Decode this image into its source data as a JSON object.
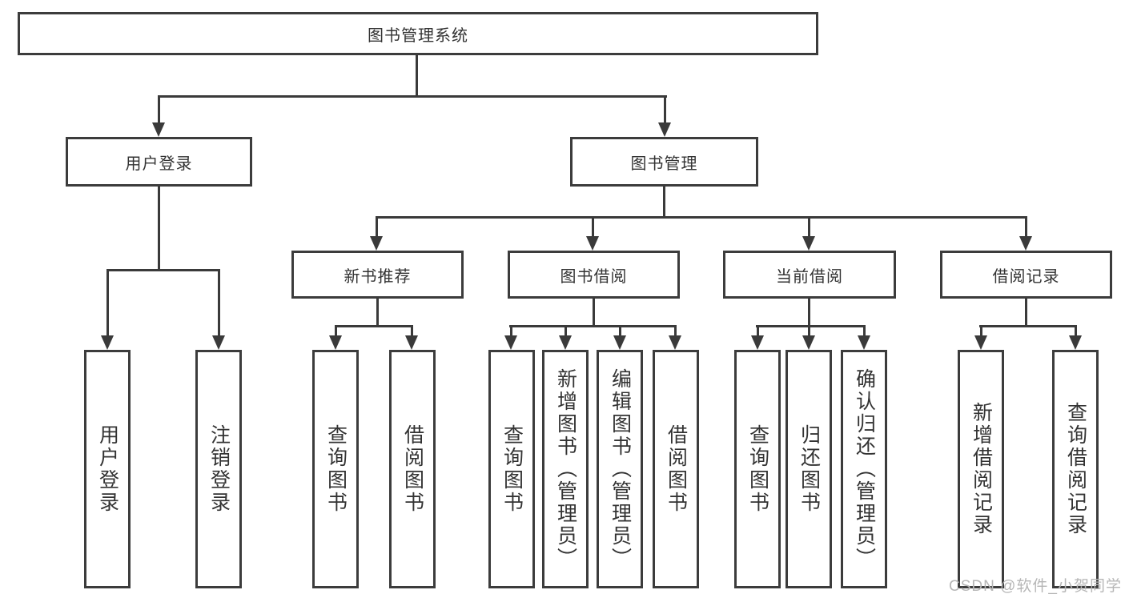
{
  "diagram": {
    "root": "图书管理系统",
    "level2": {
      "user_login": "用户登录",
      "book_management": "图书管理"
    },
    "level3": {
      "new_book_recommend": "新书推荐",
      "book_borrowing": "图书借阅",
      "current_borrowing": "当前借阅",
      "borrowing_records": "借阅记录"
    },
    "leaves": {
      "user_login": [
        "用户登录",
        "注销登录"
      ],
      "new_book_recommend": [
        "查询图书",
        "借阅图书"
      ],
      "book_borrowing": [
        "查询图书",
        "新增图书（管理员）",
        "编辑图书（管理员）",
        "借阅图书"
      ],
      "current_borrowing": [
        "查询图书",
        "归还图书",
        "确认归还（管理员）"
      ],
      "borrowing_records": [
        "新增借阅记录",
        "查询借阅记录"
      ]
    },
    "line_color": "#3a3a3a"
  },
  "watermark": "CSDN @软件_小贺同学"
}
